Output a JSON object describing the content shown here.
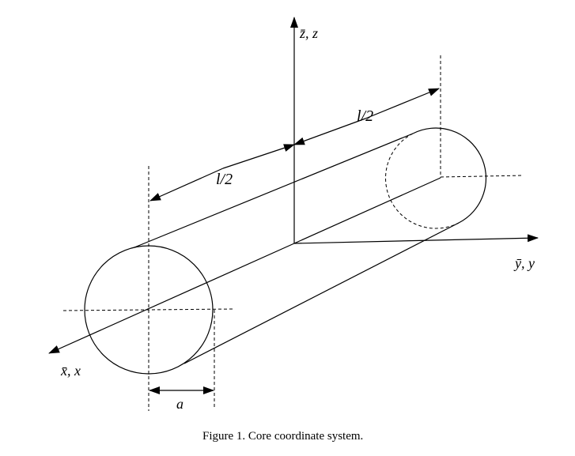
{
  "labels": {
    "z_axis": "z̄, z",
    "y_axis": "ȳ, y",
    "x_axis": "x̄, x",
    "half_length_left": "l/2",
    "half_length_right": "l/2",
    "radius": "a"
  },
  "caption": "Figure 1.  Core coordinate system."
}
